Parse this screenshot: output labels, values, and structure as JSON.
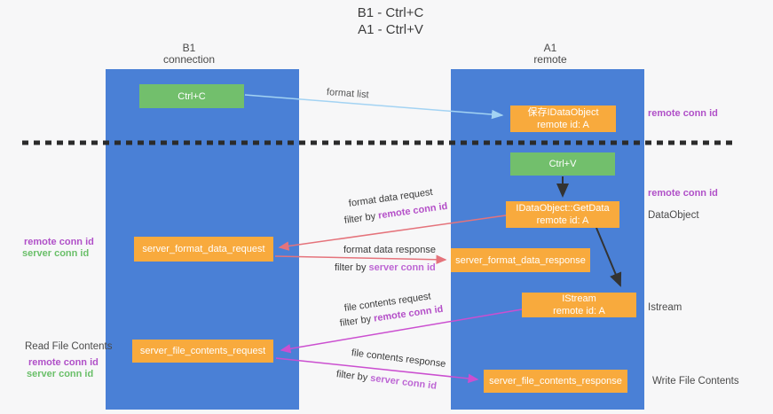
{
  "title": {
    "line1": "B1 - Ctrl+C",
    "line2": "A1 - Ctrl+V"
  },
  "lanes": {
    "b1": {
      "name": "B1",
      "role": "connection"
    },
    "a1": {
      "name": "A1",
      "role": "remote"
    }
  },
  "boxes": {
    "ctrl_c": {
      "label": "Ctrl+C"
    },
    "ctrl_v": {
      "label": "Ctrl+V"
    },
    "save_idataobject": {
      "line1": "保存IDataObject",
      "line2": "remote id: A"
    },
    "idataobject_getdata": {
      "line1": "IDataObject::GetData",
      "line2": "remote id: A"
    },
    "istream": {
      "line1": "IStream",
      "line2": "remote id: A"
    },
    "server_format_data_request": {
      "label": "server_format_data_request"
    },
    "server_format_data_response": {
      "label": "server_format_data_response"
    },
    "server_file_contents_request": {
      "label": "server_file_contents_request"
    },
    "server_file_contents_response": {
      "label": "server_file_contents_response"
    }
  },
  "arrows": {
    "format_list": {
      "label": "format list"
    },
    "format_data_request": {
      "label": "format data request",
      "filter_prefix": "filter by",
      "filter_value": "remote conn id"
    },
    "format_data_response": {
      "label": "format data response",
      "filter_prefix": "filter by",
      "filter_value": "server conn id"
    },
    "file_contents_request": {
      "label": "file contents request",
      "filter_prefix": "filter by",
      "filter_value": "remote conn id"
    },
    "file_contents_response": {
      "label": "file contents response",
      "filter_prefix": "filter by",
      "filter_value": "server conn id"
    }
  },
  "side_labels": {
    "right_remote_conn_id_top": "remote conn id",
    "right_remote_conn_id_mid": "remote conn id",
    "right_dataobject": "DataObject",
    "right_istream": "Istream",
    "right_write_file_contents": "Write File Contents",
    "left_remote_conn_id_top": "remote conn id",
    "left_server_conn_id_top": "server conn id",
    "left_read_file_contents": "Read File Contents",
    "left_remote_conn_id_bottom": "remote conn id",
    "left_server_conn_id_bottom": "server conn id"
  },
  "colors": {
    "lane_blue": "#4a80d6",
    "box_orange": "#f8aa3d",
    "box_green": "#72bf6c",
    "arrow_red": "#e5737b",
    "arrow_magenta": "#cb4fd0",
    "arrow_light_blue": "#a3d3f3",
    "arrow_black": "#333333",
    "remote_conn_purple": "#b050c8",
    "server_conn_green": "#6abf69",
    "divider_dark": "#2b2b2b"
  }
}
